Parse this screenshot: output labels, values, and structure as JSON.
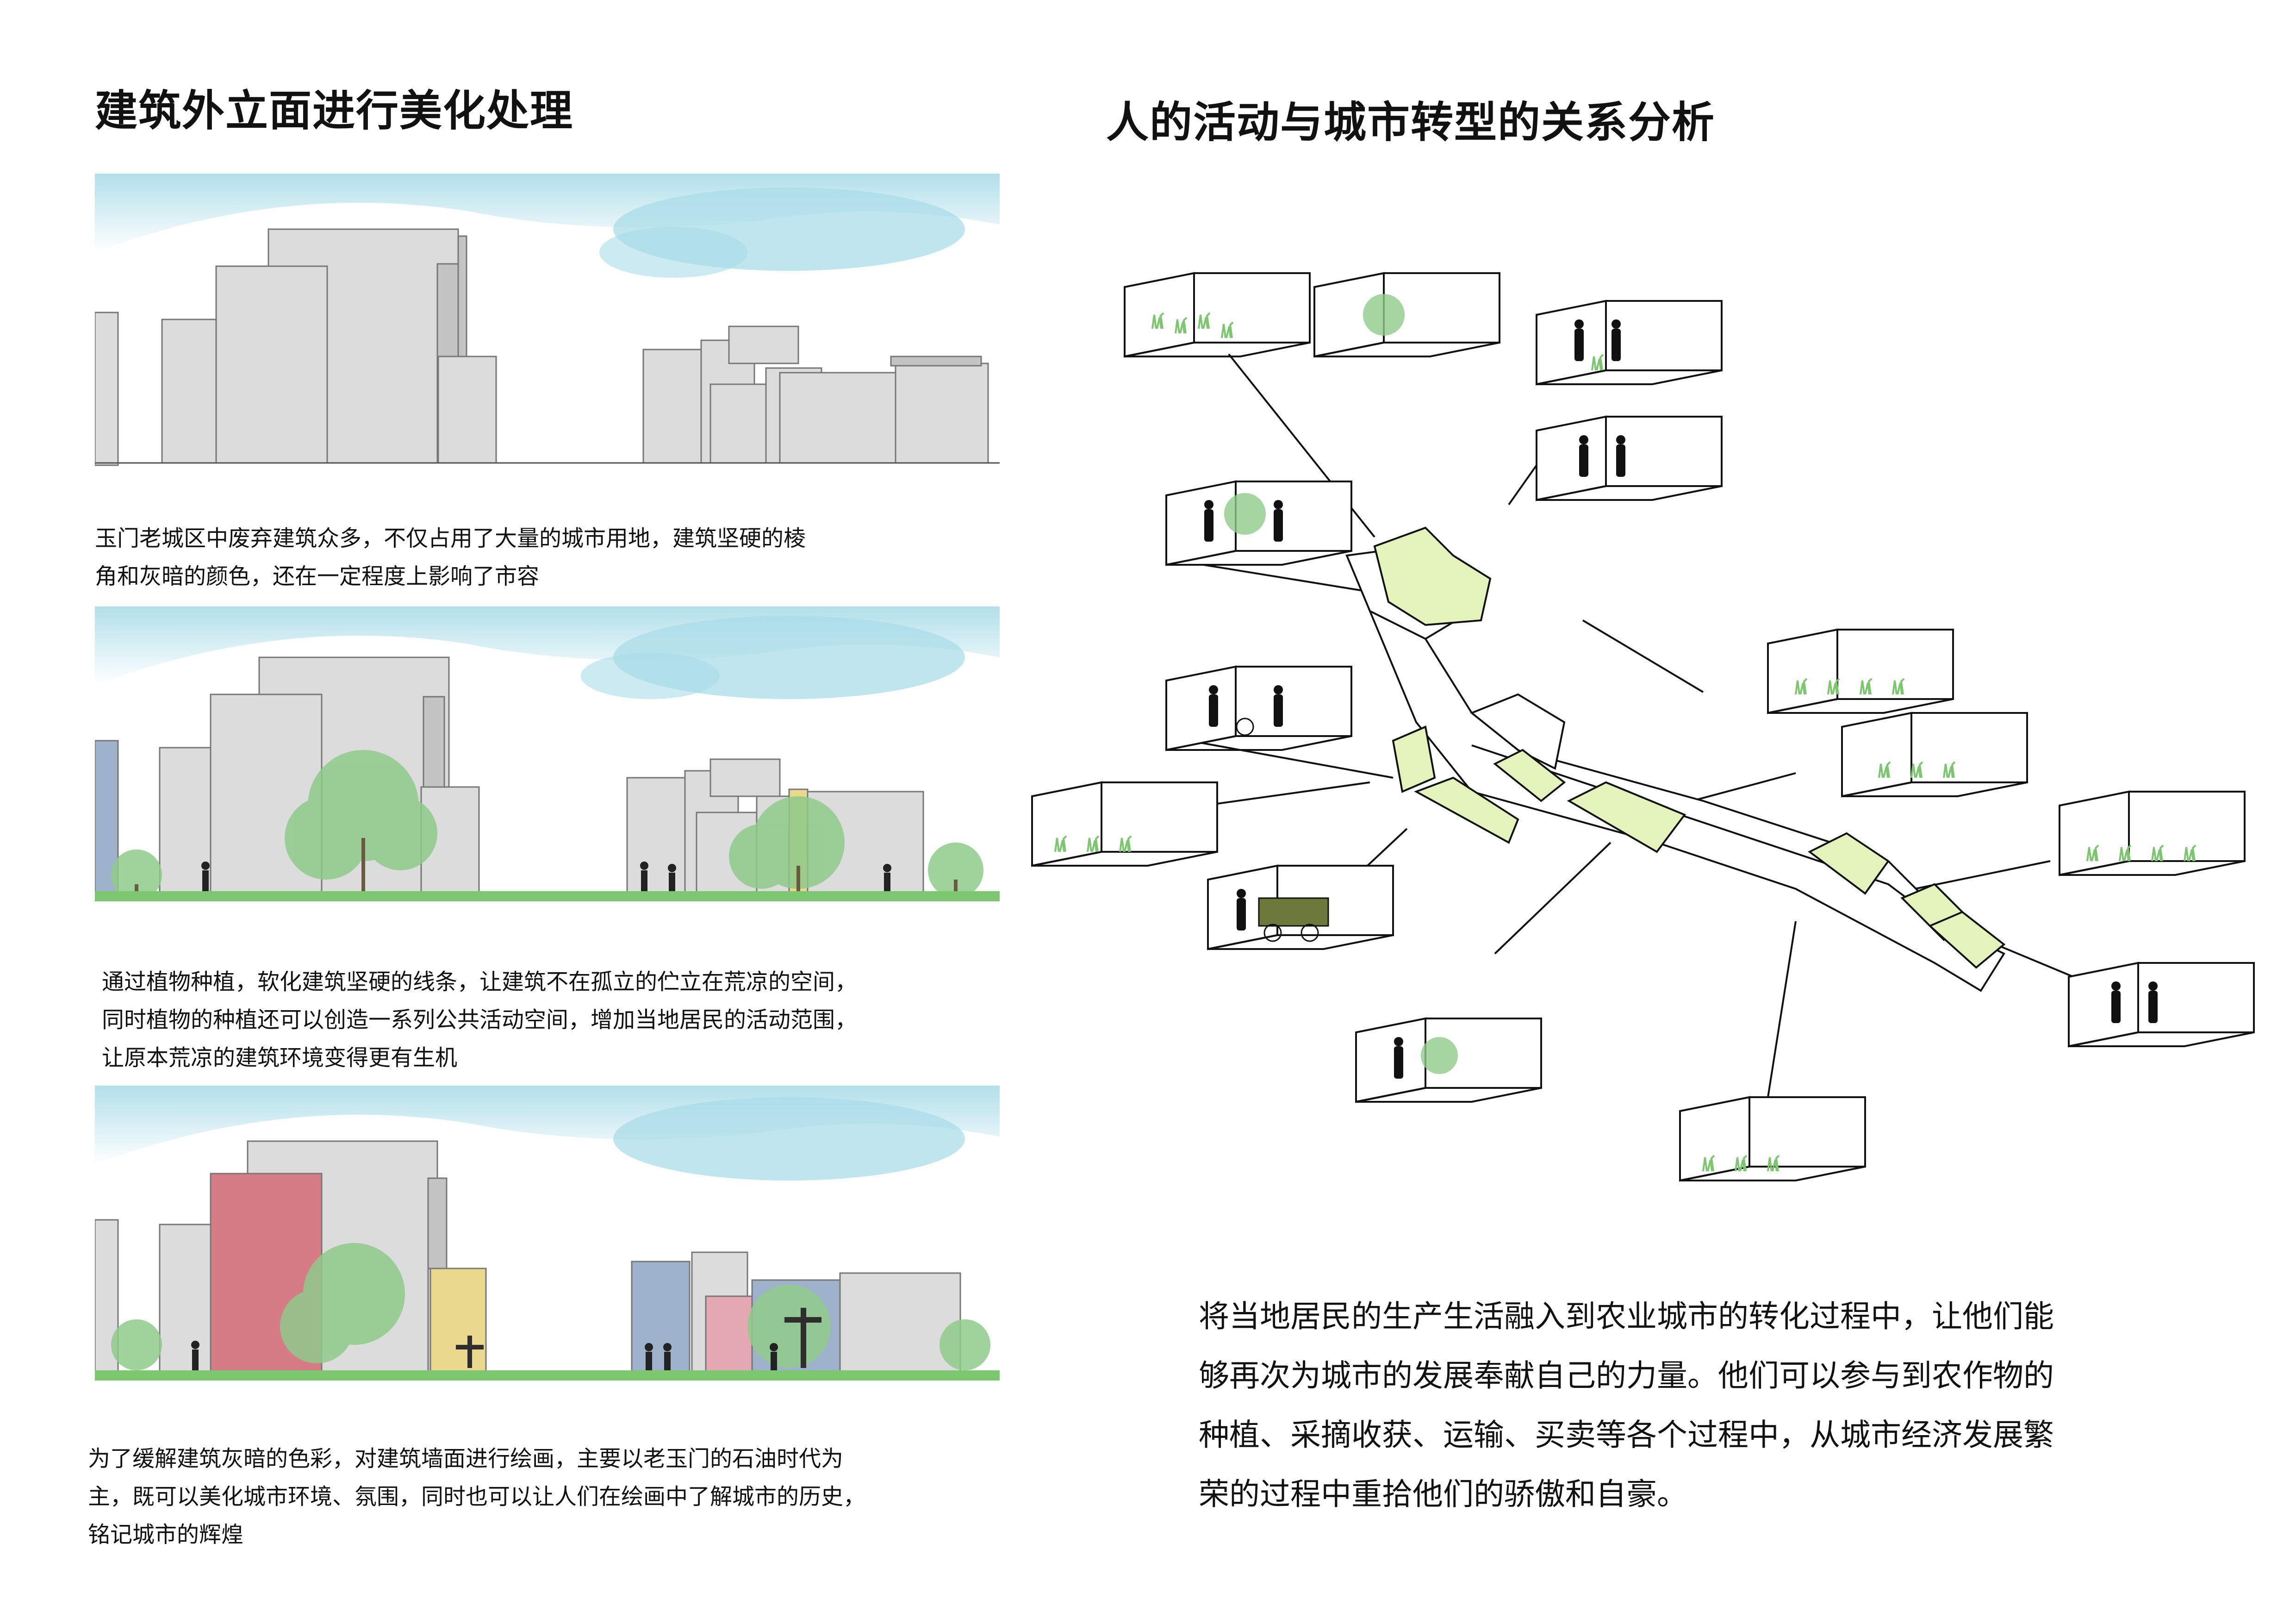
{
  "left": {
    "title": "建筑外立面进行美化处理",
    "panel1_caption": [
      "玉门老城区中废弃建筑众多，不仅占用了大量的城市用地，建筑坚硬的棱",
      "角和灰暗的颜色，还在一定程度上影响了市容"
    ],
    "panel2_caption": [
      "通过植物种植，软化建筑坚硬的线条，让建筑不在孤立的伫立在荒凉的空间，",
      "同时植物的种植还可以创造一系列公共活动空间，增加当地居民的活动范围，",
      "让原本荒凉的建筑环境变得更有生机"
    ],
    "panel3_caption": [
      "为了缓解建筑灰暗的色彩，对建筑墙面进行绘画，主要以老玉门的石油时代为",
      "主，既可以美化城市环境、氛围，同时也可以让人们在绘画中了解城市的历史，",
      "铭记城市的辉煌"
    ]
  },
  "right": {
    "title": "人的活动与城市转型的关系分析",
    "paragraph": [
      "将当地居民的生产生活融入到农业城市的转化过程中，让他们能",
      "够再次为城市的发展奉献自己的力量。他们可以参与到农作物的",
      "种植、采摘收获、运输、买卖等各个过程中，从城市经济发展繁",
      "荣的过程中重拾他们的骄傲和自豪。"
    ]
  },
  "colors": {
    "sky": "#a9dce8",
    "building": "#dcdcdc",
    "building_side": "#c4c4c4",
    "tree": "#8fca8a",
    "ground": "#7bc66f",
    "highlight": "#e3f3bb",
    "mural_red": "#d67c84",
    "mural_yellow": "#ead88f",
    "mural_blue": "#9eb3cb",
    "mural_pink": "#e3a8b2"
  },
  "icons": [
    "room-box-icon",
    "person-silhouette-icon",
    "plant-icon",
    "tree-icon"
  ]
}
